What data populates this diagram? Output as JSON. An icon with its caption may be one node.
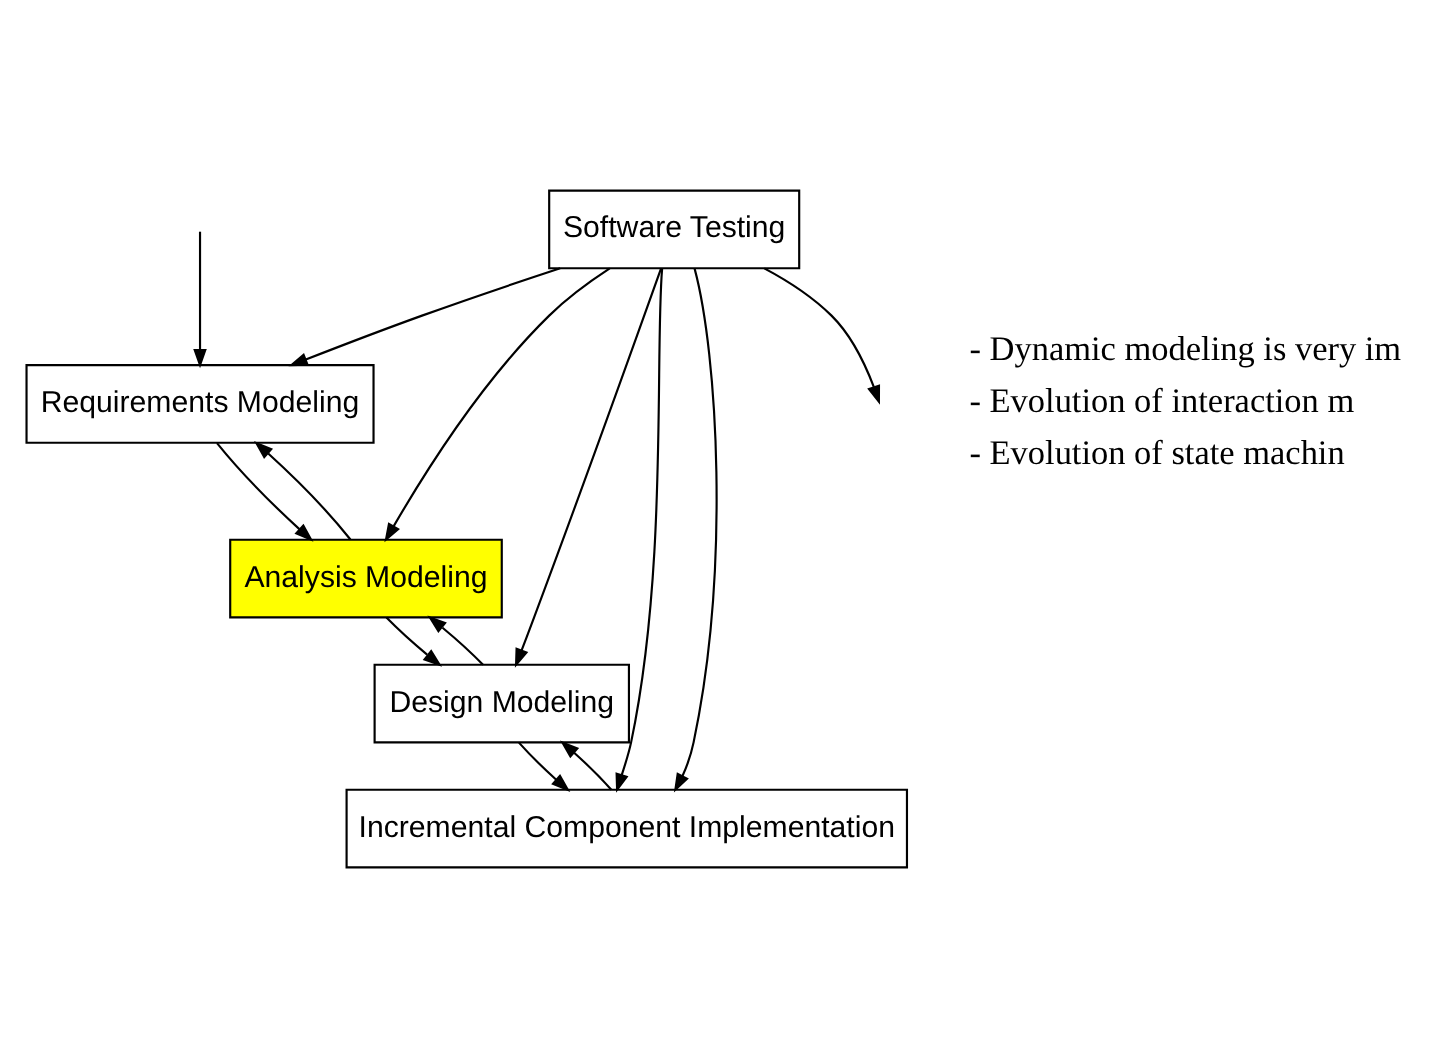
{
  "diagram": {
    "nodes": [
      {
        "text": [
          "Requirements Modeling"
        ]
      },
      {
        "text": [
          "Analysis Modeling"
        ]
      },
      {
        "text": [
          "Design Modeling"
        ]
      },
      {
        "text": [
          "Incremental Component Implementation"
        ]
      },
      {
        "text": [
          "Software Testing"
        ]
      }
    ],
    "edges": [
      {
        "from": null,
        "to": 0,
        "arrow": "to"
      },
      {
        "from": 0,
        "to": 1,
        "arrow": "to"
      },
      {
        "from": 1,
        "to": 0,
        "arrow": "to"
      },
      {
        "from": 1,
        "to": 2,
        "arrow": "to"
      },
      {
        "from": 2,
        "to": 1,
        "arrow": "to"
      },
      {
        "from": 2,
        "to": 3,
        "arrow": "to"
      },
      {
        "from": 3,
        "to": 2,
        "arrow": "to"
      },
      {
        "from": 4,
        "to": 3,
        "arrow": "to"
      },
      {
        "from": 4,
        "to": 3,
        "arrow": "to"
      },
      {
        "from": 4,
        "to": 2,
        "arrow": "to"
      },
      {
        "from": 4,
        "to": 1,
        "arrow": "to"
      },
      {
        "from": 4,
        "to": 0,
        "arrow": "to"
      },
      {
        "from": 4,
        "to": null,
        "arrow": "to"
      }
    ],
    "labels": [
      "- Dynamic modeling is very im",
      "- Evolution of interaction m",
      "- Evolution of state machin"
    ]
  }
}
